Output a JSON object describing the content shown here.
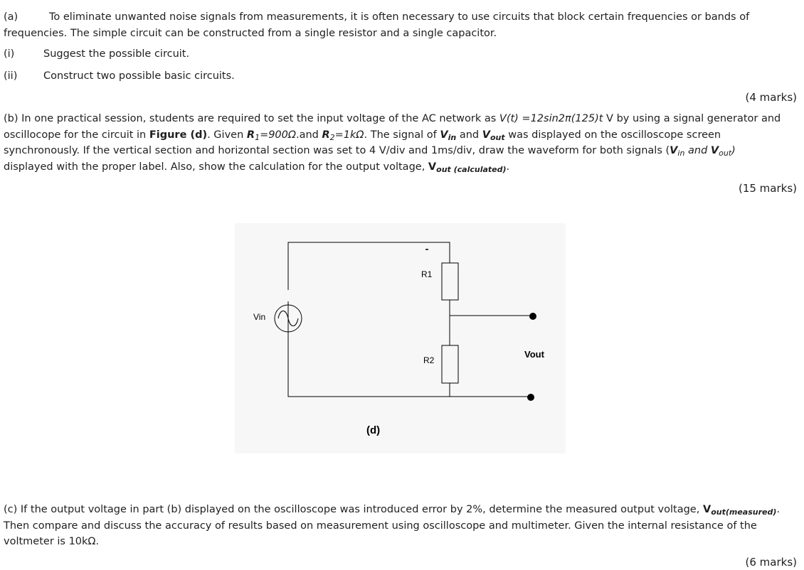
{
  "part_a": {
    "label": "(a)",
    "text_line1": "To eliminate unwanted noise signals from measurements, it is often necessary to use circuits that block certain frequencies or bands of",
    "text_line2": "frequencies.  The simple circuit can be constructed from a single resistor and a single capacitor.",
    "items": [
      {
        "num": "(i)",
        "text": "Suggest the possible circuit."
      },
      {
        "num": "(ii)",
        "text": "Construct two possible basic circuits."
      }
    ],
    "marks": "(4 marks)"
  },
  "part_b": {
    "t1": "(b)  In one practical session, students are required to set the input voltage of the AC network as ",
    "eq": "V(t) =12sin2π(125)t",
    "t2": " V by using a signal generator and",
    "t3": "oscillocope for the circuit in ",
    "fig_ref": "Figure (d)",
    "t4": ". Given ",
    "r1_sym": "R",
    "r1_sub": "1",
    "r1_val": "=900Ω",
    "t5": ".and ",
    "r2_sym": "R",
    "r2_sub": "2",
    "r2_val": "=1kΩ",
    "t6": ". The signal of ",
    "vin": "V",
    "vin_sub": "in",
    "t7": " and ",
    "vout": "V",
    "vout_sub": "out",
    "t8": " was displayed on the oscilloscope screen",
    "t9": "synchronously. If the vertical section and horizontal section was set to 4 V/div and 1ms/div, draw the waveform for both signals (",
    "sig1": "V",
    "sig1_sub": "in",
    "sig_and": " and ",
    "sig2": "V",
    "sig2_sub": "out",
    "t10": ")",
    "t11": "displayed with the proper label. Also, show the calculation for the output voltage, ",
    "vcalc": "V",
    "vcalc_sub": "out (calculated)",
    "t12": ".",
    "marks": "(15 marks)"
  },
  "figure": {
    "vin_label": "Vin",
    "r1_label": "R1",
    "r2_label": "R2",
    "vout_label": "Vout",
    "caption": "(d)"
  },
  "part_c": {
    "t1": "(c) If the output voltage in part (b) displayed on the oscilloscope was introduced error by 2%, determine the measured output voltage, ",
    "vmeas": "V",
    "vmeas_sub": "out(measured)",
    "t2": ".",
    "line2": "Then compare and discuss the accuracy of results based on measurement using oscilloscope and multimeter. Given the internal resistance of the",
    "line3": "voltmeter is 10kΩ.",
    "marks": "(6 marks)"
  }
}
